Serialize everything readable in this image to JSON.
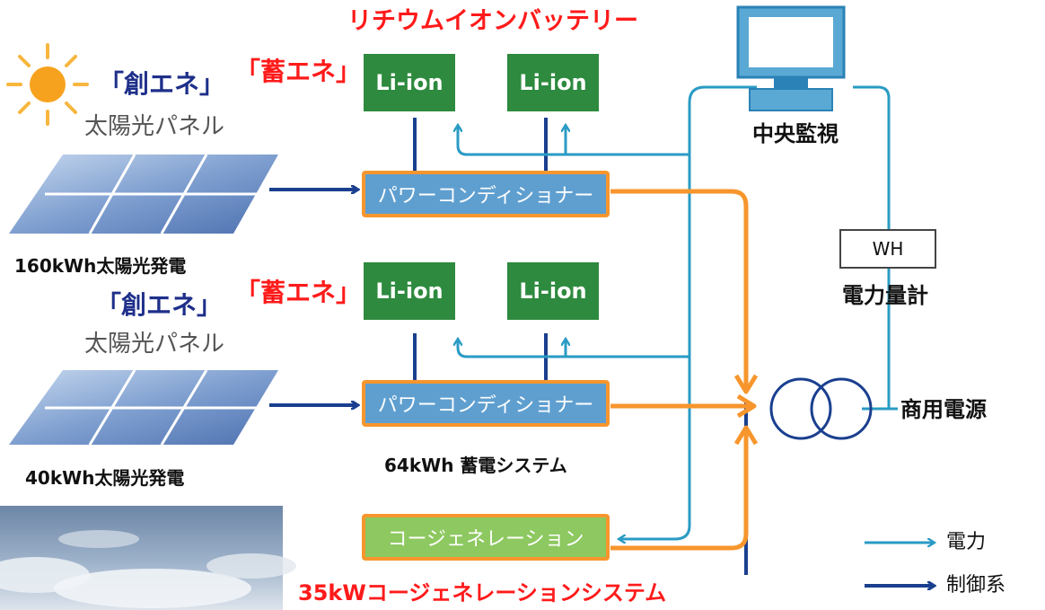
{
  "battery_title": "リチウムイオンバッテリー",
  "sole": {
    "tag_upper": "「創エネ」",
    "tag_lower": "「創エネ」",
    "panel_upper": "太陽光パネル",
    "panel_lower": "太陽光パネル",
    "caption_upper": "160kWh太陽光発電",
    "caption_lower": "40kWh太陽光発電"
  },
  "storage": {
    "tag_upper": "「蓄エネ」",
    "tag_lower": "「蓄エネ」",
    "battery_labels": [
      "Li-ion",
      "Li-ion",
      "Li-ion",
      "Li-ion"
    ],
    "caption": "64kWh 蓄電システム"
  },
  "pcs_labels": [
    "パワーコンディショナー",
    "パワーコンディショナー"
  ],
  "cogen": {
    "label": "コージェネレーション",
    "caption": "35kWコージェネレーションシステム"
  },
  "monitor_label": "中央監視",
  "meter": {
    "box_label": "WH",
    "caption": "電力量計"
  },
  "grid_label": "商用電源",
  "legend": {
    "power": "電力",
    "control": "制御系"
  },
  "colors": {
    "power_line": "#2a9bc4",
    "control_line": "#1a3f8f",
    "flow_line": "#f7962d",
    "battery": "#2d8a3e",
    "pcs": "#5f9fd0",
    "cogen": "#8dc860",
    "highlight_red": "#ff1a1a",
    "highlight_navy": "#1e2f8a"
  },
  "icons": [
    "sun-icon",
    "solar-panel-icon",
    "monitor-icon",
    "transformer-icon",
    "sky-photo"
  ]
}
